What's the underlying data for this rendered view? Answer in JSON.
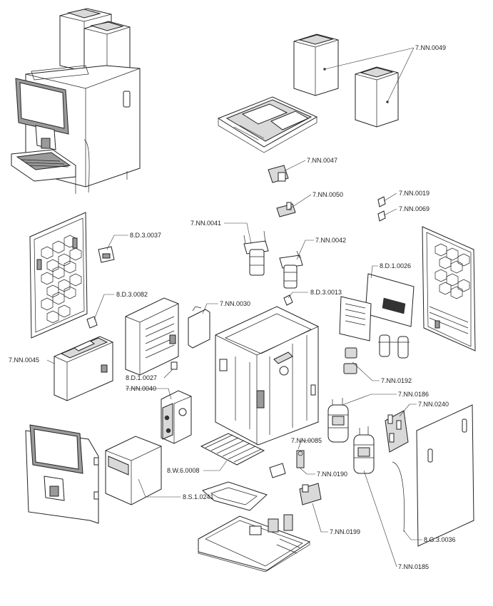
{
  "labels": {
    "nn0049": "7.NN.0049",
    "nn0047": "7.NN.0047",
    "nn0050": "7.NN.0050",
    "nn0019": "7.NN.0019",
    "nn0069": "7.NN.0069",
    "nn0041": "7.NN.0041",
    "nn0042": "7.NN.0042",
    "d30037": "8.D.3.0037",
    "d10026": "8.D.1.0026",
    "d30082": "8.D.3.0082",
    "nn0030": "7.NN.0030",
    "d30013": "8.D.3.0013",
    "nn0045": "7.NN.0045",
    "nn0192": "7.NN.0192",
    "d10027": "8.D.1.0027",
    "nn0040": "7.NN.0040",
    "nn0186": "7.NN.0186",
    "nn0240": "7.NN.0240",
    "nn0085": "7.NN.0085",
    "w60008": "8.W.6.0008",
    "nn0190": "7.NN.0190",
    "s10241": "8.S.1.0241",
    "nn0199": "7.NN.0199",
    "g30036": "8.G.3.0036",
    "nn0185": "7.NN.0185"
  }
}
